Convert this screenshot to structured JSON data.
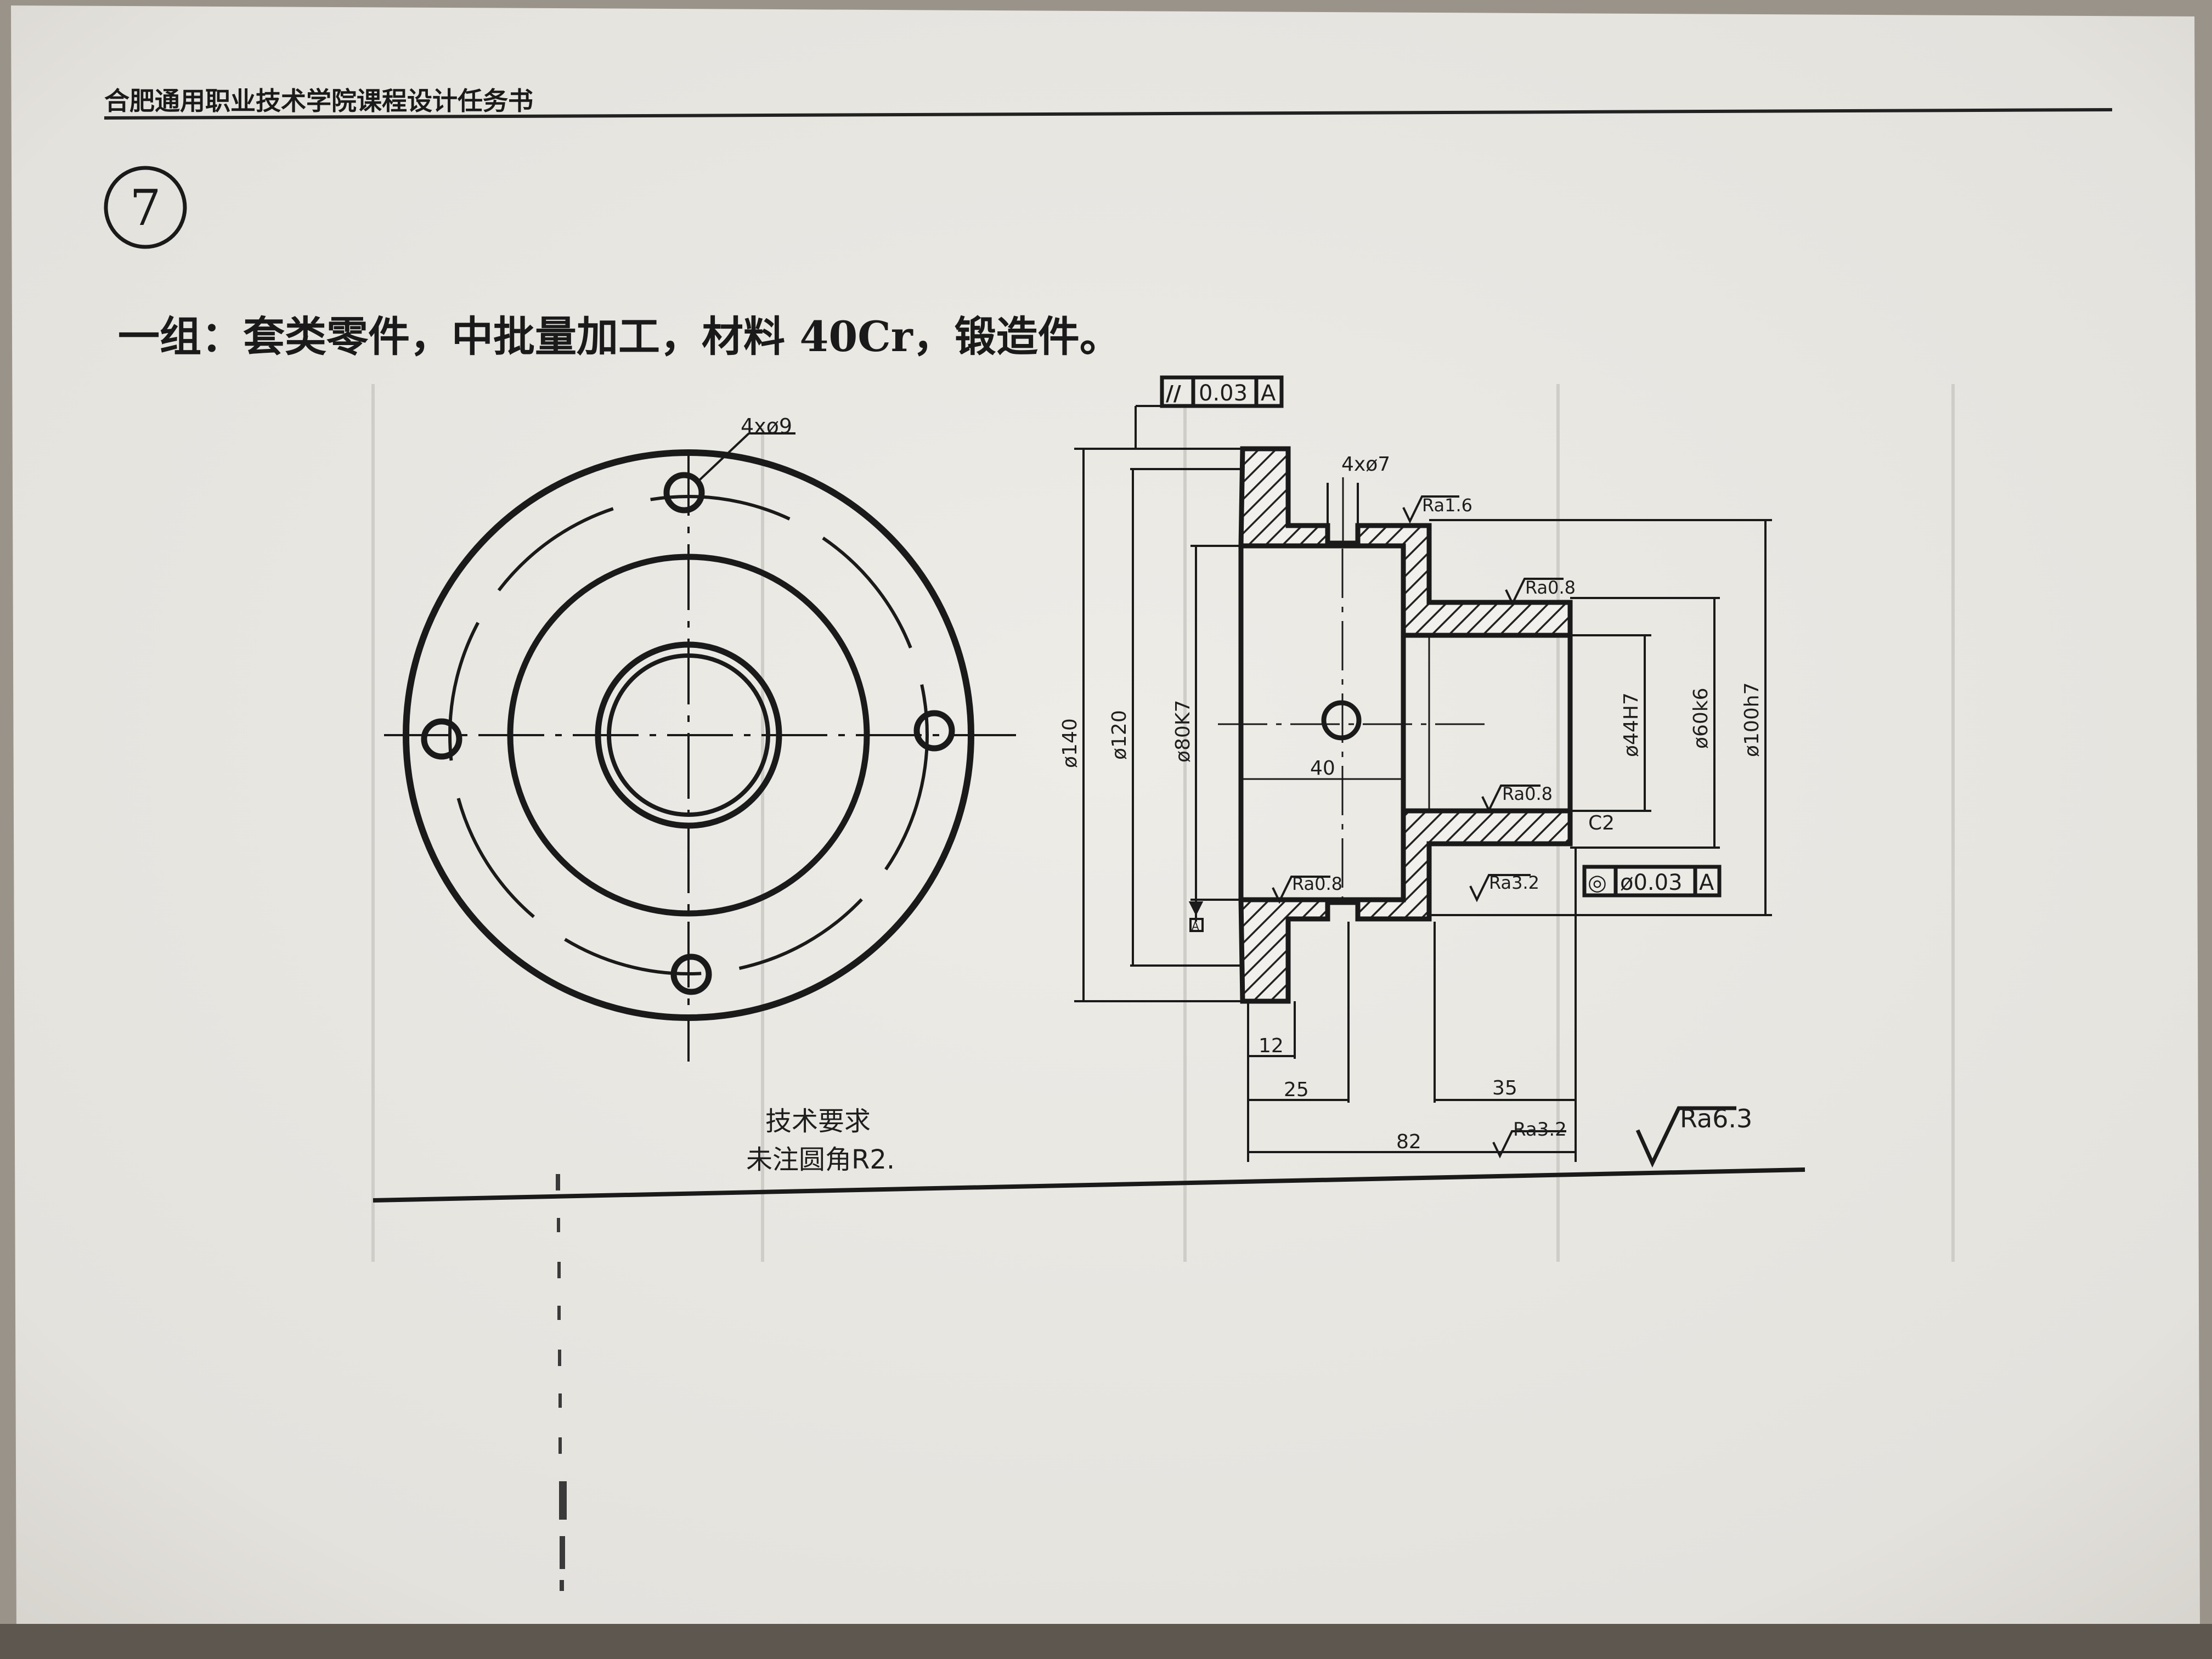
{
  "header": {
    "school_title": "合肥通用职业技术学院课程设计任务书",
    "circled_number": "7"
  },
  "task": {
    "line": "一组：套类零件，中批量加工，材料 40Cr，锻造件。"
  },
  "tech_req": {
    "title": "技术要求",
    "note": "未注圆角R2."
  },
  "drawing": {
    "holes_front": "4xø9",
    "runout_symbol": "//",
    "runout_value": "0.03",
    "runout_datum": "A",
    "concentric_symbol": "◎",
    "concentric_value": "ø0.03",
    "concentric_datum": "A",
    "holes_side": "4xø7",
    "datum_label": "A",
    "chamfer": "C2",
    "dims": {
      "d140": "ø140",
      "d120": "ø120",
      "d80": "ø80K7",
      "d44": "ø44H7",
      "d60": "ø60k6",
      "d100": "ø100h7",
      "l40": "40",
      "l12": "12",
      "l25": "25",
      "l35": "35",
      "l82": "82"
    },
    "roughness": {
      "ra16": "Ra1.6",
      "ra08_a": "Ra0.8",
      "ra08_b": "Ra0.8",
      "ra08_c": "Ra0.8",
      "ra32_a": "Ra3.2",
      "ra32_b": "Ra3.2",
      "ra63": "Ra6.3"
    }
  }
}
